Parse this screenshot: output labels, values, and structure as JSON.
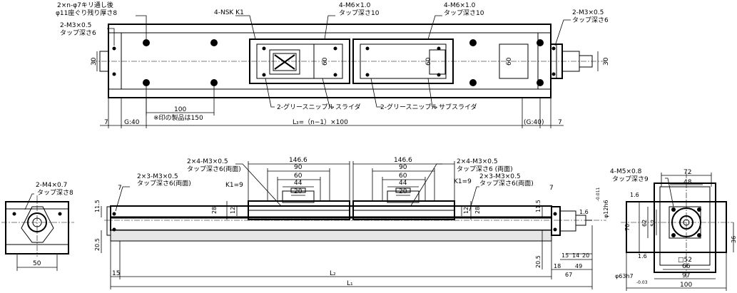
{
  "top_view": {
    "label_holes": "2×n-φ7キリ通し後",
    "label_counterbore": "φ11座ぐり残り厚さ8",
    "label_nsk": "4-NSK K1",
    "label_m6_left": "4-M6×1.0",
    "label_m6_left_depth": "タップ深さ10",
    "label_m6_right": "4-M6×1.0",
    "label_m6_right_depth": "タップ深さ10",
    "label_m3_right": "2-M3×0.5",
    "label_m3_right_depth": "タップ深さ6",
    "label_m3_left": "2-M3×0.5",
    "label_m3_left_depth": "タップ深さ6",
    "dim_30_left": "30",
    "dim_30_right": "30",
    "dim_60_a": "60",
    "dim_60_b": "60",
    "dim_60_c": "60",
    "label_grease_1": "2-グリースニップル",
    "label_slider": "スライダ",
    "label_grease_2": "2-グリースニップル",
    "label_sub_slider": "サブスライダ",
    "dim_100": "100",
    "note_150": "※印の製品は150",
    "dim_7_left": "7",
    "dim_g40_left": "G:40",
    "dim_l3": "L₃=（n−1）×100",
    "dim_g40_right": "(G:40)",
    "dim_7_right": "7"
  },
  "front_view": {
    "dim_146_6_a": "146.6",
    "dim_90_a": "90",
    "dim_60_a": "60",
    "dim_44_a": "44",
    "dim_20_a": "20",
    "dim_146_6_b": "146.6",
    "dim_90_b": "90",
    "dim_60_b": "60",
    "dim_44_b": "44",
    "dim_20_b": "20",
    "label_m3_4a": "2×4-M3×0.5",
    "label_m3_4a_depth": "タップ深さ6(両面)",
    "label_m3_4b": "2×4-M3×0.5",
    "label_m3_4b_depth": "タップ深さ6 (両面)",
    "label_m3_3a": "2×3-M3×0.5",
    "label_m3_3a_depth": "タップ深さ6(両面)",
    "label_m3_3b": "2×3-M3×0.5",
    "label_m3_3b_depth": "タップ深さ6(両面)",
    "label_k1_a": "K1=9",
    "label_k1_b": "K1=9",
    "dim_7_a": "7",
    "dim_7_b": "7",
    "dim_11_5_a": "11.5",
    "dim_11_5_b": "11.5",
    "dim_28_a": "28",
    "dim_12_a": "12",
    "dim_28_b": "28",
    "dim_12_b": "12",
    "dim_20_5_a": "20.5",
    "dim_20_5_b": "20.5",
    "dim_15": "15",
    "dim_l2": "L₂",
    "dim_l1": "L₁",
    "dim_1_6": "1.6",
    "dim_phi12": "φ12h6",
    "dim_tol": "-0.011",
    "dim_15b": "15",
    "dim_14": "14",
    "dim_20b": "20",
    "dim_18": "18",
    "dim_49": "49",
    "dim_67": "67"
  },
  "left_end_view": {
    "label_m4": "2-M4×0.7",
    "label_m4_depth": "タップ深さ8",
    "dim_50": "50"
  },
  "right_end_view": {
    "label_m5": "4-M5×0.8",
    "label_m5_depth": "タップ深さ9",
    "dim_72": "72",
    "dim_48": "48",
    "dim_1_6_a": "1.6",
    "dim_70": "70",
    "dim_62": "62",
    "dim_52": "52",
    "dim_36": "36",
    "dim_1_6_b": "1.6",
    "dim_sq52": "□52",
    "dim_66": "66",
    "dim_phi63": "φ63h7",
    "dim_phi63_tol": "-0.03",
    "dim_97": "97",
    "dim_100": "100"
  }
}
